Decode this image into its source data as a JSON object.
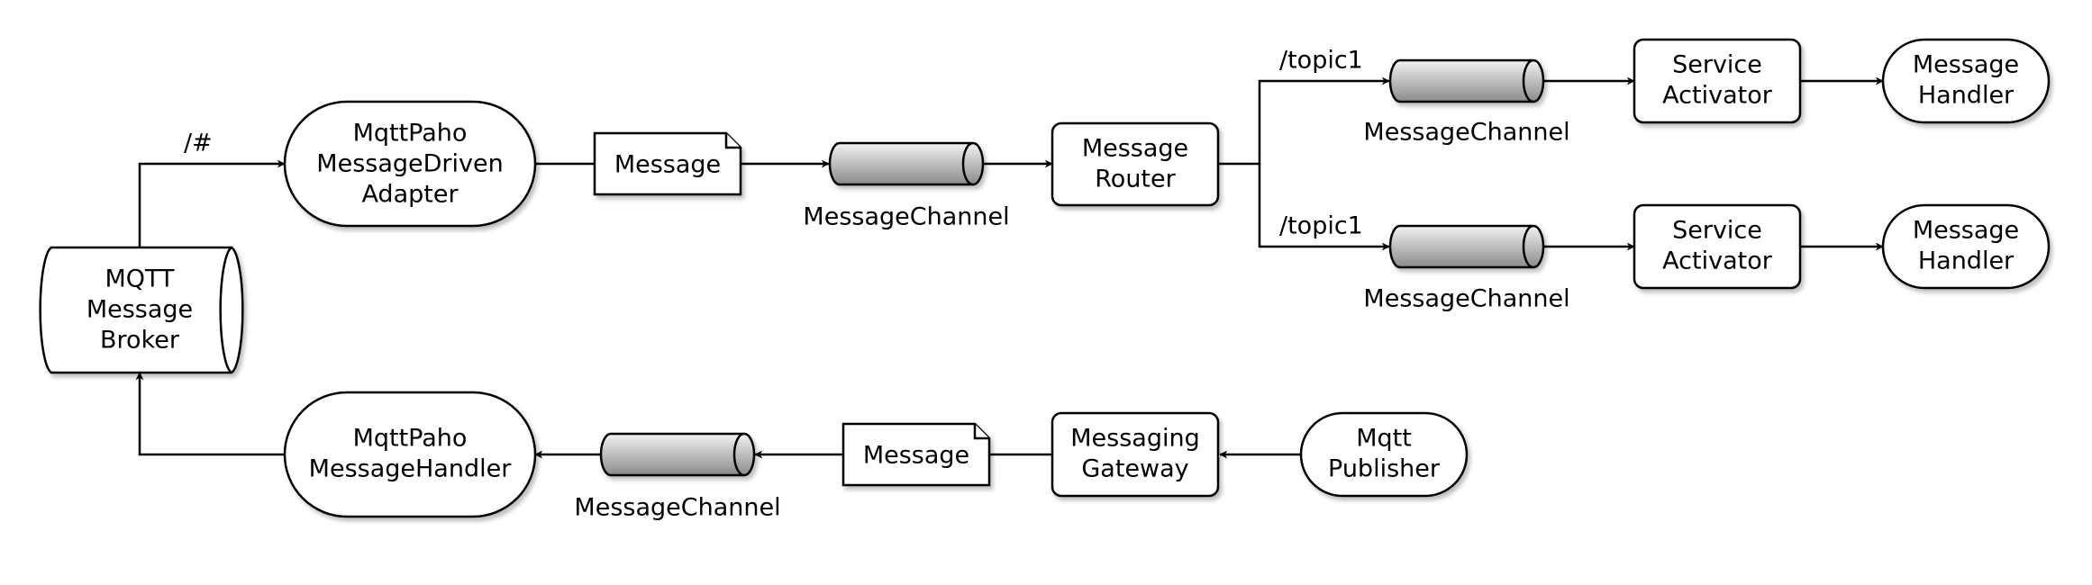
{
  "colors": {
    "stroke": "#000000",
    "fill": "#ffffff",
    "channel_light": "#f2f2f2",
    "channel_dark": "#8a8a8a"
  },
  "broker": {
    "lines": [
      "MQTT",
      "Message",
      "Broker"
    ]
  },
  "inbound": {
    "edge_label": "/#",
    "adapter": {
      "lines": [
        "MqttPaho",
        "MessageDriven",
        "Adapter"
      ]
    },
    "message": {
      "label": "Message"
    },
    "channel": {
      "label": "MessageChannel"
    },
    "router": {
      "lines": [
        "Message",
        "Router"
      ]
    }
  },
  "branches": [
    {
      "topic": "/topic1",
      "channel": {
        "label": "MessageChannel"
      },
      "activator": {
        "lines": [
          "Service",
          "Activator"
        ]
      },
      "handler": {
        "lines": [
          "Message",
          "Handler"
        ]
      }
    },
    {
      "topic": "/topic1",
      "channel": {
        "label": "MessageChannel"
      },
      "activator": {
        "lines": [
          "Service",
          "Activator"
        ]
      },
      "handler": {
        "lines": [
          "Message",
          "Handler"
        ]
      }
    }
  ],
  "outbound": {
    "publisher": {
      "lines": [
        "Mqtt",
        "Publisher"
      ]
    },
    "gateway": {
      "lines": [
        "Messaging",
        "Gateway"
      ]
    },
    "message": {
      "label": "Message"
    },
    "channel": {
      "label": "MessageChannel"
    },
    "handler": {
      "lines": [
        "MqttPaho",
        "MessageHandler"
      ]
    }
  }
}
